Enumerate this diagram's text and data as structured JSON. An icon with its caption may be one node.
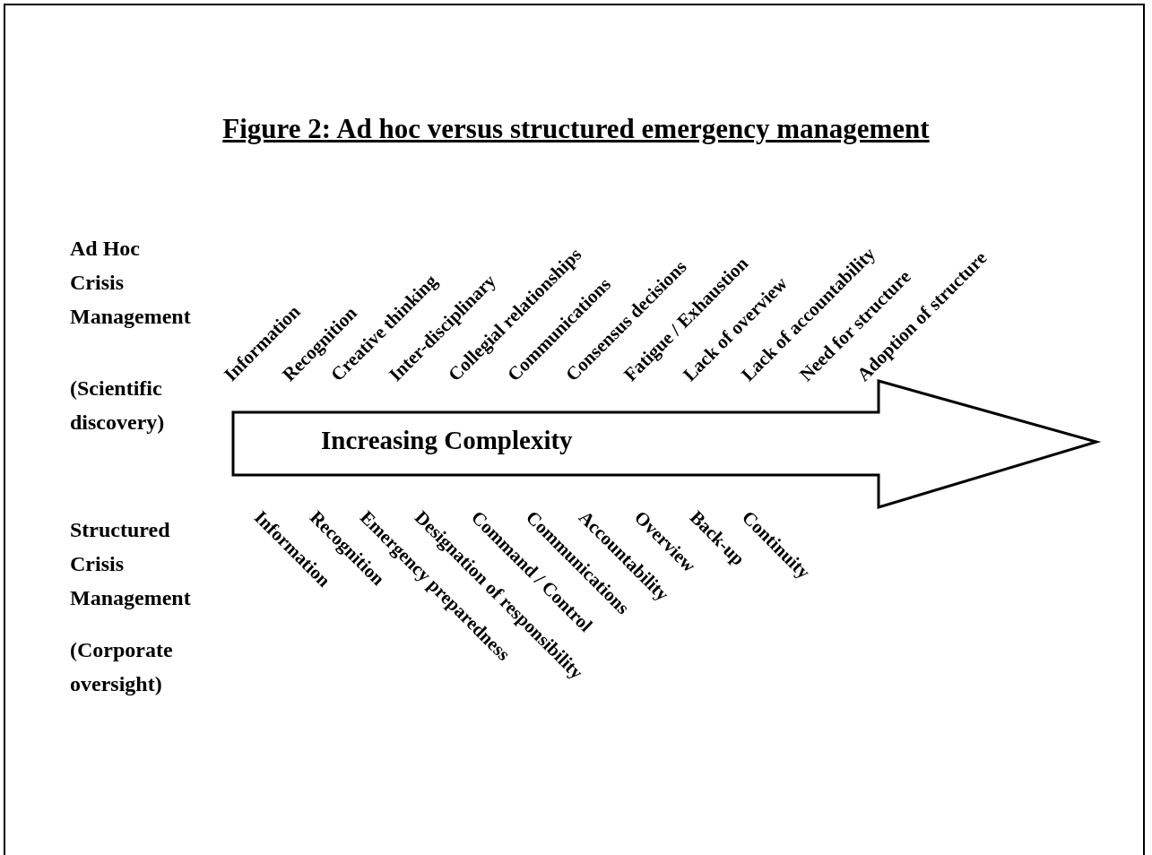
{
  "diagram": {
    "title": "Figure 2: Ad hoc versus structured emergency management",
    "nodes": [
      {
        "text": [
          "Increasing Complexity"
        ]
      }
    ],
    "labels": [
      "Ad Hoc Crisis Management",
      "(Scientific discovery)",
      "Information",
      "Recognition",
      "Creative thinking",
      "Inter-disciplinary",
      "Collegial  relationships",
      "Communications",
      "Consensus decisions",
      "Fatigue / Exhaustion",
      "Lack of overview",
      "Lack of accountability",
      "Need for structure",
      "Adoption of structure",
      "Structured Crisis Management",
      "(Corporate oversight)",
      "Information",
      "Recognition",
      "Emergency preparedness",
      "Designation of responsibility",
      "Command / Control",
      "Communications",
      "Accountability",
      "Overview",
      "Back-up",
      "Continuity"
    ]
  }
}
